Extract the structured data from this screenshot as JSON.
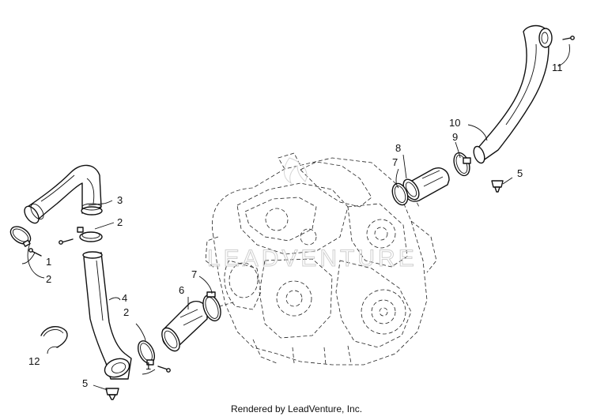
{
  "diagram": {
    "callouts": [
      {
        "id": "c1a",
        "label": "1"
      },
      {
        "id": "c2a",
        "label": "2"
      },
      {
        "id": "c3",
        "label": "3"
      },
      {
        "id": "c2b",
        "label": "2"
      },
      {
        "id": "c4",
        "label": "4"
      },
      {
        "id": "c2c",
        "label": "2"
      },
      {
        "id": "c1b",
        "label": "1"
      },
      {
        "id": "c5a",
        "label": "5"
      },
      {
        "id": "c12",
        "label": "12"
      },
      {
        "id": "c7a",
        "label": "7"
      },
      {
        "id": "c6",
        "label": "6"
      },
      {
        "id": "c8",
        "label": "8"
      },
      {
        "id": "c7b",
        "label": "7"
      },
      {
        "id": "c9",
        "label": "9"
      },
      {
        "id": "c10",
        "label": "10"
      },
      {
        "id": "c5b",
        "label": "5"
      },
      {
        "id": "c11",
        "label": "11"
      }
    ],
    "watermark": "LEADVENTURE",
    "footer": "Rendered by LeadVenture, Inc."
  }
}
